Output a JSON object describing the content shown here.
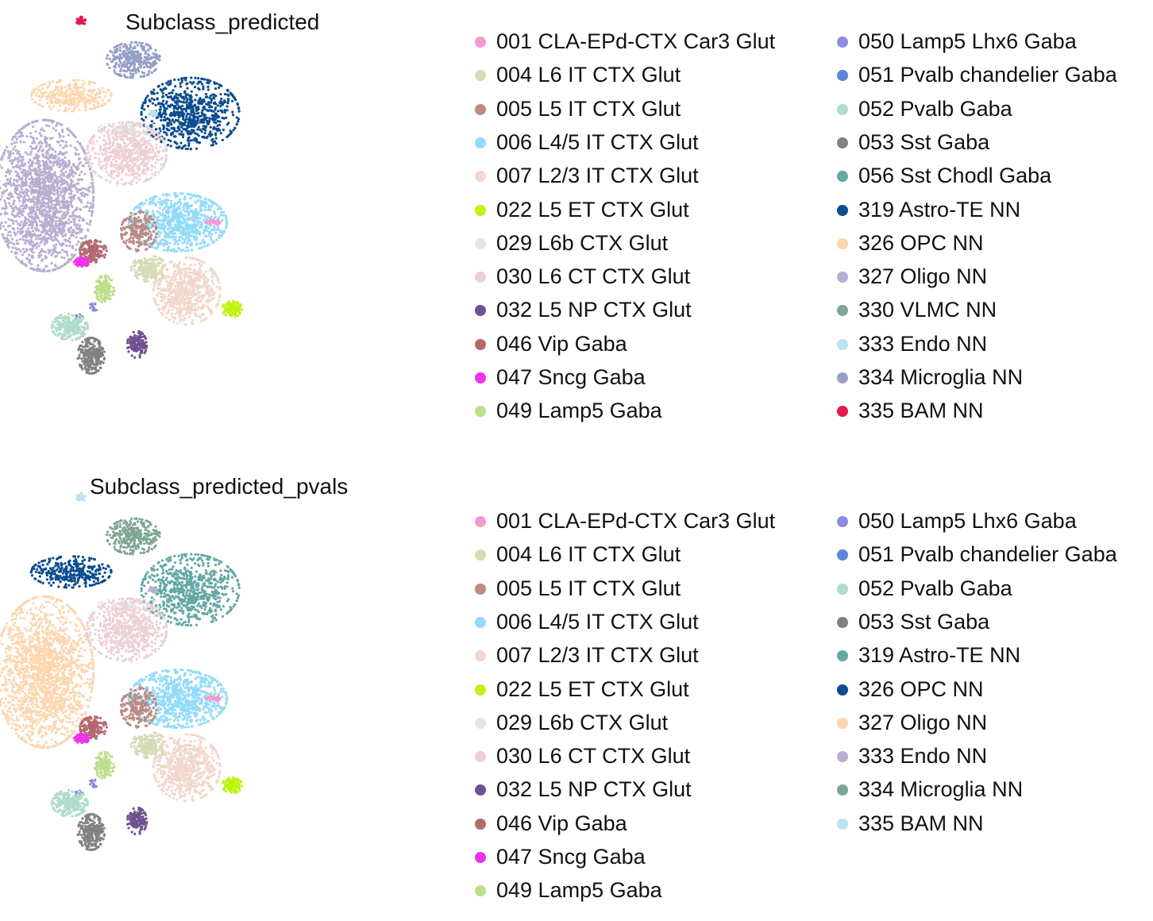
{
  "chart_data": [
    {
      "type": "scatter",
      "title": "Subclass_predicted",
      "legend_placement": "right",
      "grid": false,
      "categories": [
        {
          "label": "001 CLA-EPd-CTX Car3 Glut",
          "color": "#f29ad3"
        },
        {
          "label": "004 L6 IT CTX Glut",
          "color": "#d6dcb5"
        },
        {
          "label": "005 L5 IT CTX Glut",
          "color": "#bc8b82"
        },
        {
          "label": "006 L4/5 IT CTX Glut",
          "color": "#94dbfa"
        },
        {
          "label": "007 L2/3 IT CTX Glut",
          "color": "#f1d7cc"
        },
        {
          "label": "022 L5 ET CTX Glut",
          "color": "#bdf50e"
        },
        {
          "label": "029 L6b CTX Glut",
          "color": "#e6e6dc"
        },
        {
          "label": "030 L6 CT CTX Glut",
          "color": "#ecd0d6"
        },
        {
          "label": "032 L5 NP CTX Glut",
          "color": "#705290"
        },
        {
          "label": "046 Vip Gaba",
          "color": "#b4696f"
        },
        {
          "label": "047 Sncg Gaba",
          "color": "#f032e8"
        },
        {
          "label": "049 Lamp5 Gaba",
          "color": "#bddf8b"
        },
        {
          "label": "050 Lamp5 Lhx6 Gaba",
          "color": "#8c8ce2"
        },
        {
          "label": "051 Pvalb chandelier Gaba",
          "color": "#5b85d6"
        },
        {
          "label": "052 Pvalb Gaba",
          "color": "#b0dccb"
        },
        {
          "label": "053 Sst Gaba",
          "color": "#818181"
        },
        {
          "label": "056 Sst Chodl Gaba",
          "color": "#63a8a4"
        },
        {
          "label": "319 Astro-TE NN",
          "color": "#0b4c8f"
        },
        {
          "label": "326 OPC NN",
          "color": "#fcd6ae"
        },
        {
          "label": "327 Oligo NN",
          "color": "#b9aed1"
        },
        {
          "label": "330 VLMC NN",
          "color": "#7fa594"
        },
        {
          "label": "333 Endo NN",
          "color": "#bce3f3"
        },
        {
          "label": "334 Microglia NN",
          "color": "#949ec6"
        },
        {
          "label": "335 BAM NN",
          "color": "#e41a4e"
        }
      ],
      "clusters": [
        {
          "category": "335 BAM NN",
          "x": 0.182,
          "y": 0.048,
          "rx": 0.01,
          "ry": 0.01,
          "n": 40
        },
        {
          "category": "334 Microglia NN",
          "x": 0.3,
          "y": 0.135,
          "rx": 0.06,
          "ry": 0.04,
          "n": 320
        },
        {
          "category": "319 Astro-TE NN",
          "x": 0.428,
          "y": 0.255,
          "rx": 0.11,
          "ry": 0.08,
          "n": 750
        },
        {
          "category": "333 Endo NN",
          "x": 0.346,
          "y": 0.255,
          "rx": 0.012,
          "ry": 0.008,
          "n": 20
        },
        {
          "category": "326 OPC NN",
          "x": 0.16,
          "y": 0.215,
          "rx": 0.09,
          "ry": 0.035,
          "n": 320
        },
        {
          "category": "327 Oligo NN",
          "x": 0.1,
          "y": 0.44,
          "rx": 0.11,
          "ry": 0.17,
          "n": 1800
        },
        {
          "category": "029 L6b CTX Glut",
          "x": 0.29,
          "y": 0.29,
          "rx": 0.07,
          "ry": 0.015,
          "n": 90
        },
        {
          "category": "030 L6 CT CTX Glut",
          "x": 0.285,
          "y": 0.345,
          "rx": 0.09,
          "ry": 0.07,
          "n": 650
        },
        {
          "category": "006 L4/5 IT CTX Glut",
          "x": 0.4,
          "y": 0.5,
          "rx": 0.11,
          "ry": 0.065,
          "n": 850
        },
        {
          "category": "005 L5 IT CTX Glut",
          "x": 0.312,
          "y": 0.52,
          "rx": 0.04,
          "ry": 0.045,
          "n": 220
        },
        {
          "category": "004 L6 IT CTX Glut",
          "x": 0.335,
          "y": 0.605,
          "rx": 0.04,
          "ry": 0.03,
          "n": 220
        },
        {
          "category": "007 L2/3 IT CTX Glut",
          "x": 0.42,
          "y": 0.655,
          "rx": 0.075,
          "ry": 0.075,
          "n": 650
        },
        {
          "category": "001 CLA-EPd-CTX Car3 Glut",
          "x": 0.482,
          "y": 0.5,
          "rx": 0.02,
          "ry": 0.006,
          "n": 30
        },
        {
          "category": "022 L5 ET CTX Glut",
          "x": 0.522,
          "y": 0.695,
          "rx": 0.022,
          "ry": 0.018,
          "n": 110
        },
        {
          "category": "046 Vip Gaba",
          "x": 0.21,
          "y": 0.565,
          "rx": 0.03,
          "ry": 0.025,
          "n": 170
        },
        {
          "category": "047 Sncg Gaba",
          "x": 0.182,
          "y": 0.59,
          "rx": 0.018,
          "ry": 0.012,
          "n": 70
        },
        {
          "category": "049 Lamp5 Gaba",
          "x": 0.235,
          "y": 0.65,
          "rx": 0.022,
          "ry": 0.03,
          "n": 140
        },
        {
          "category": "050 Lamp5 Lhx6 Gaba",
          "x": 0.21,
          "y": 0.69,
          "rx": 0.008,
          "ry": 0.014,
          "n": 16
        },
        {
          "category": "051 Pvalb chandelier Gaba",
          "x": 0.178,
          "y": 0.715,
          "rx": 0.008,
          "ry": 0.008,
          "n": 16
        },
        {
          "category": "052 Pvalb Gaba",
          "x": 0.157,
          "y": 0.735,
          "rx": 0.04,
          "ry": 0.03,
          "n": 260
        },
        {
          "category": "053 Sst Gaba",
          "x": 0.205,
          "y": 0.8,
          "rx": 0.03,
          "ry": 0.04,
          "n": 260
        },
        {
          "category": "032 L5 NP CTX Glut",
          "x": 0.308,
          "y": 0.775,
          "rx": 0.022,
          "ry": 0.03,
          "n": 130
        }
      ]
    },
    {
      "type": "scatter",
      "title": "Subclass_predicted_pvals",
      "legend_placement": "right",
      "grid": false,
      "categories": [
        {
          "label": "001 CLA-EPd-CTX Car3 Glut",
          "color": "#f29ad3"
        },
        {
          "label": "004 L6 IT CTX Glut",
          "color": "#d6dcb5"
        },
        {
          "label": "005 L5 IT CTX Glut",
          "color": "#bc8b82"
        },
        {
          "label": "006 L4/5 IT CTX Glut",
          "color": "#94dbfa"
        },
        {
          "label": "007 L2/3 IT CTX Glut",
          "color": "#f1d7cc"
        },
        {
          "label": "022 L5 ET CTX Glut",
          "color": "#bdf50e"
        },
        {
          "label": "029 L6b CTX Glut",
          "color": "#e6e6dc"
        },
        {
          "label": "030 L6 CT CTX Glut",
          "color": "#ecd0d6"
        },
        {
          "label": "032 L5 NP CTX Glut",
          "color": "#705290"
        },
        {
          "label": "046 Vip Gaba",
          "color": "#b4696f"
        },
        {
          "label": "047 Sncg Gaba",
          "color": "#f032e8"
        },
        {
          "label": "049 Lamp5 Gaba",
          "color": "#bddf8b"
        },
        {
          "label": "050 Lamp5 Lhx6 Gaba",
          "color": "#8c8ce2"
        },
        {
          "label": "051 Pvalb chandelier Gaba",
          "color": "#5b85d6"
        },
        {
          "label": "052 Pvalb Gaba",
          "color": "#b0dccb"
        },
        {
          "label": "053 Sst Gaba",
          "color": "#818181"
        },
        {
          "label": "319 Astro-TE NN",
          "color": "#63a8a4"
        },
        {
          "label": "326 OPC NN",
          "color": "#0b4c8f"
        },
        {
          "label": "327 Oligo NN",
          "color": "#fcd6ae"
        },
        {
          "label": "333 Endo NN",
          "color": "#b9aed1"
        },
        {
          "label": "334 Microglia NN",
          "color": "#7fa594"
        },
        {
          "label": "335 BAM NN",
          "color": "#bce3f3"
        }
      ],
      "clusters": [
        {
          "category": "335 BAM NN",
          "x": 0.182,
          "y": 0.048,
          "rx": 0.01,
          "ry": 0.01,
          "n": 40
        },
        {
          "category": "334 Microglia NN",
          "x": 0.3,
          "y": 0.135,
          "rx": 0.06,
          "ry": 0.04,
          "n": 320
        },
        {
          "category": "319 Astro-TE NN",
          "x": 0.428,
          "y": 0.255,
          "rx": 0.11,
          "ry": 0.08,
          "n": 750
        },
        {
          "category": "333 Endo NN",
          "x": 0.346,
          "y": 0.255,
          "rx": 0.012,
          "ry": 0.008,
          "n": 20
        },
        {
          "category": "326 OPC NN",
          "x": 0.16,
          "y": 0.215,
          "rx": 0.09,
          "ry": 0.035,
          "n": 320
        },
        {
          "category": "327 Oligo NN",
          "x": 0.1,
          "y": 0.44,
          "rx": 0.11,
          "ry": 0.17,
          "n": 1800
        },
        {
          "category": "029 L6b CTX Glut",
          "x": 0.29,
          "y": 0.29,
          "rx": 0.07,
          "ry": 0.015,
          "n": 90
        },
        {
          "category": "030 L6 CT CTX Glut",
          "x": 0.285,
          "y": 0.345,
          "rx": 0.09,
          "ry": 0.07,
          "n": 650
        },
        {
          "category": "006 L4/5 IT CTX Glut",
          "x": 0.4,
          "y": 0.5,
          "rx": 0.11,
          "ry": 0.065,
          "n": 850
        },
        {
          "category": "005 L5 IT CTX Glut",
          "x": 0.312,
          "y": 0.52,
          "rx": 0.04,
          "ry": 0.045,
          "n": 220
        },
        {
          "category": "004 L6 IT CTX Glut",
          "x": 0.335,
          "y": 0.605,
          "rx": 0.04,
          "ry": 0.03,
          "n": 220
        },
        {
          "category": "007 L2/3 IT CTX Glut",
          "x": 0.42,
          "y": 0.655,
          "rx": 0.075,
          "ry": 0.075,
          "n": 650
        },
        {
          "category": "001 CLA-EPd-CTX Car3 Glut",
          "x": 0.482,
          "y": 0.5,
          "rx": 0.02,
          "ry": 0.006,
          "n": 30
        },
        {
          "category": "022 L5 ET CTX Glut",
          "x": 0.522,
          "y": 0.695,
          "rx": 0.022,
          "ry": 0.018,
          "n": 110
        },
        {
          "category": "046 Vip Gaba",
          "x": 0.21,
          "y": 0.565,
          "rx": 0.03,
          "ry": 0.025,
          "n": 170
        },
        {
          "category": "047 Sncg Gaba",
          "x": 0.182,
          "y": 0.59,
          "rx": 0.018,
          "ry": 0.012,
          "n": 70
        },
        {
          "category": "049 Lamp5 Gaba",
          "x": 0.235,
          "y": 0.65,
          "rx": 0.022,
          "ry": 0.03,
          "n": 140
        },
        {
          "category": "050 Lamp5 Lhx6 Gaba",
          "x": 0.21,
          "y": 0.69,
          "rx": 0.008,
          "ry": 0.014,
          "n": 16
        },
        {
          "category": "051 Pvalb chandelier Gaba",
          "x": 0.178,
          "y": 0.715,
          "rx": 0.008,
          "ry": 0.008,
          "n": 16
        },
        {
          "category": "052 Pvalb Gaba",
          "x": 0.157,
          "y": 0.735,
          "rx": 0.04,
          "ry": 0.03,
          "n": 260
        },
        {
          "category": "053 Sst Gaba",
          "x": 0.205,
          "y": 0.8,
          "rx": 0.03,
          "ry": 0.04,
          "n": 260
        },
        {
          "category": "032 L5 NP CTX Glut",
          "x": 0.308,
          "y": 0.775,
          "rx": 0.022,
          "ry": 0.03,
          "n": 130
        }
      ]
    }
  ]
}
